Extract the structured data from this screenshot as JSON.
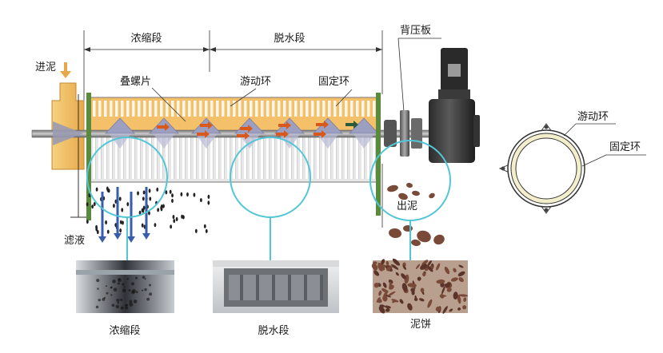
{
  "labels": {
    "feed_sludge": "进泥",
    "thickening_section": "浓缩段",
    "dewatering_section": "脱水段",
    "back_pressure_plate": "背压板",
    "screw_blade": "叠螺片",
    "moving_ring": "游动环",
    "fixed_ring": "固定环",
    "filtrate": "滤液",
    "sludge_out": "出泥",
    "photo_thickening": "浓缩段",
    "photo_dewatering": "脱水段",
    "photo_sludge_cake": "泥饼",
    "ring_moving": "游动环",
    "ring_fixed": "固定环"
  },
  "colors": {
    "thickening_fill": "#f5c06a",
    "frame_green": "#5a8a3c",
    "callout_cyan": "#53c6d6",
    "arrow_blue": "#3a5dab",
    "arrow_orange": "#d9581c",
    "ring_fill": "#f3eecb",
    "cake_brown": "#7a4a38"
  },
  "icons": {
    "feed_arrow": "down-arrow-icon",
    "motor": "motor-icon"
  }
}
